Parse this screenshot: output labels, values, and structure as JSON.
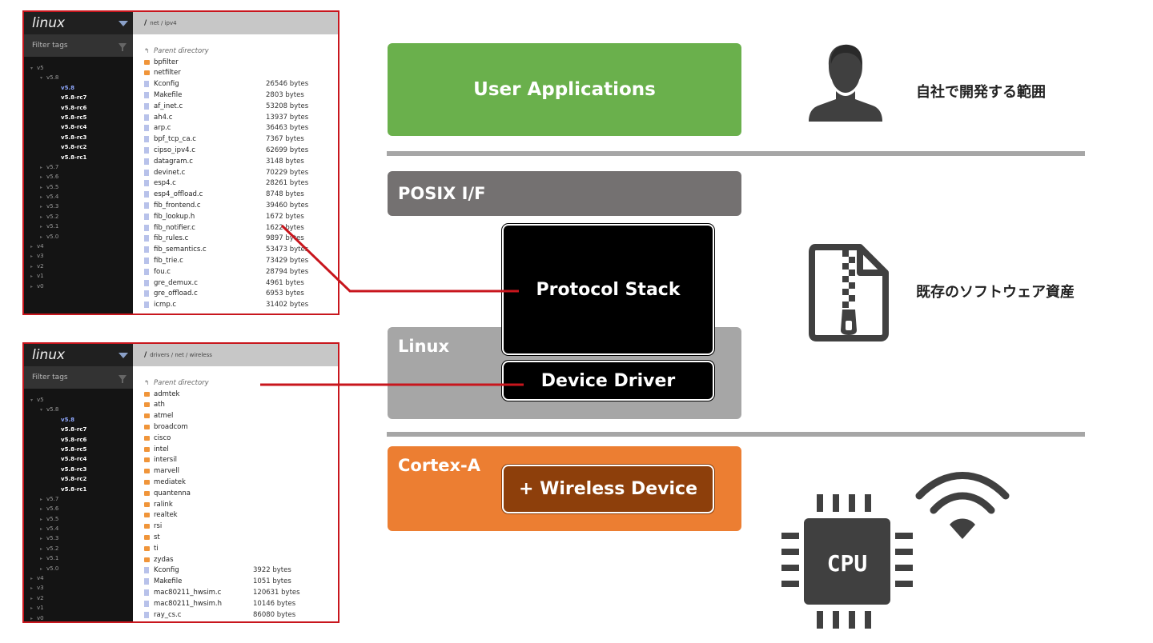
{
  "browsers": [
    {
      "logo": "linux",
      "filter_placeholder": "Filter tags",
      "path": [
        "net",
        "ipv4"
      ],
      "tree": {
        "v5": "v5",
        "v58": "v5.8",
        "rcs": [
          "v5.8",
          "v5.8-rc7",
          "v5.8-rc6",
          "v5.8-rc5",
          "v5.8-rc4",
          "v5.8-rc3",
          "v5.8-rc2",
          "v5.8-rc1"
        ],
        "v5_rest": [
          "v5.7",
          "v5.6",
          "v5.5",
          "v5.4",
          "v5.3",
          "v5.2",
          "v5.1",
          "v5.0"
        ],
        "majors": [
          "v4",
          "v3",
          "v2",
          "v1",
          "v0"
        ]
      },
      "parent_label": "Parent directory",
      "folders": [
        "bpfilter",
        "netfilter"
      ],
      "files": [
        {
          "name": "Kconfig",
          "size": "26546 bytes"
        },
        {
          "name": "Makefile",
          "size": "2803 bytes"
        },
        {
          "name": "af_inet.c",
          "size": "53208 bytes"
        },
        {
          "name": "ah4.c",
          "size": "13937 bytes"
        },
        {
          "name": "arp.c",
          "size": "36463 bytes"
        },
        {
          "name": "bpf_tcp_ca.c",
          "size": "7367 bytes"
        },
        {
          "name": "cipso_ipv4.c",
          "size": "62699 bytes"
        },
        {
          "name": "datagram.c",
          "size": "3148 bytes"
        },
        {
          "name": "devinet.c",
          "size": "70229 bytes"
        },
        {
          "name": "esp4.c",
          "size": "28261 bytes"
        },
        {
          "name": "esp4_offload.c",
          "size": "8748 bytes"
        },
        {
          "name": "fib_frontend.c",
          "size": "39460 bytes"
        },
        {
          "name": "fib_lookup.h",
          "size": "1672 bytes"
        },
        {
          "name": "fib_notifier.c",
          "size": "1622 bytes"
        },
        {
          "name": "fib_rules.c",
          "size": "9897 bytes"
        },
        {
          "name": "fib_semantics.c",
          "size": "53473 bytes"
        },
        {
          "name": "fib_trie.c",
          "size": "73429 bytes"
        },
        {
          "name": "fou.c",
          "size": "28794 bytes"
        },
        {
          "name": "gre_demux.c",
          "size": "4961 bytes"
        },
        {
          "name": "gre_offload.c",
          "size": "6953 bytes"
        },
        {
          "name": "icmp.c",
          "size": "31402 bytes"
        }
      ]
    },
    {
      "logo": "linux",
      "filter_placeholder": "Filter tags",
      "path": [
        "drivers",
        "net",
        "wireless"
      ],
      "tree": {
        "v5": "v5",
        "v58": "v5.8",
        "rcs": [
          "v5.8",
          "v5.8-rc7",
          "v5.8-rc6",
          "v5.8-rc5",
          "v5.8-rc4",
          "v5.8-rc3",
          "v5.8-rc2",
          "v5.8-rc1"
        ],
        "v5_rest": [
          "v5.7",
          "v5.6",
          "v5.5",
          "v5.4",
          "v5.3",
          "v5.2",
          "v5.1",
          "v5.0"
        ],
        "majors": [
          "v4",
          "v3",
          "v2",
          "v1",
          "v0"
        ]
      },
      "parent_label": "Parent directory",
      "folders": [
        "admtek",
        "ath",
        "atmel",
        "broadcom",
        "cisco",
        "intel",
        "intersil",
        "marvell",
        "mediatek",
        "quantenna",
        "ralink",
        "realtek",
        "rsi",
        "st",
        "ti",
        "zydas"
      ],
      "files": [
        {
          "name": "Kconfig",
          "size": "3922 bytes"
        },
        {
          "name": "Makefile",
          "size": "1051 bytes"
        },
        {
          "name": "mac80211_hwsim.c",
          "size": "120631 bytes"
        },
        {
          "name": "mac80211_hwsim.h",
          "size": "10146 bytes"
        },
        {
          "name": "ray_cs.c",
          "size": "86080 bytes"
        }
      ]
    }
  ],
  "layers": {
    "user": "User Applications",
    "posix": "POSIX I/F",
    "linux": "Linux",
    "cortex": "Cortex-A"
  },
  "boxes": {
    "protocol": "Protocol Stack",
    "driver": "Device Driver",
    "wireless": "+ Wireless Device"
  },
  "labels": {
    "own": "自社で開発する範囲",
    "existing": "既存のソフトウェア資産"
  },
  "icons": {
    "person": "person-icon",
    "zip": "zip-file-icon",
    "cpu": "cpu-chip-icon",
    "cpu_text": "CPU",
    "wifi": "wifi-icon"
  },
  "colors": {
    "user": "#6ab04c",
    "posix": "#747171",
    "linux": "#a6a6a6",
    "cortex": "#ec7e32",
    "wireless": "#8d3f0b",
    "connector": "#c8161d",
    "icon": "#404040"
  }
}
